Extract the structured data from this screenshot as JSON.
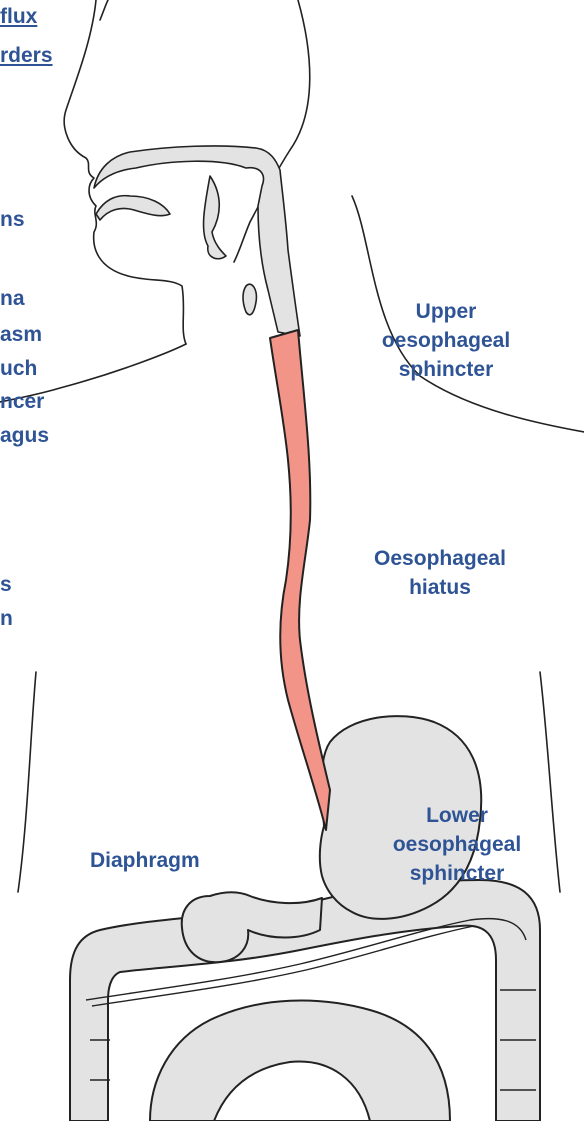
{
  "title_fragment": [
    "flux",
    "rders"
  ],
  "left_fragments": [
    "ns",
    "na",
    "asm",
    "uch",
    "ncer",
    "agus",
    "s",
    "n"
  ],
  "labels": {
    "upper_sphincter": [
      "Upper",
      "oesophageal",
      "sphincter"
    ],
    "hiatus": [
      "Oesophageal",
      "hiatus"
    ],
    "lower_sphincter": [
      "Lower",
      "oesophageal",
      "sphincter"
    ],
    "diaphragm": "Diaphragm"
  },
  "colors": {
    "label_text": "#2f5496",
    "oesophagus_fill": "#f29488",
    "organ_fill": "#e3e3e3",
    "outline": "#222222"
  }
}
